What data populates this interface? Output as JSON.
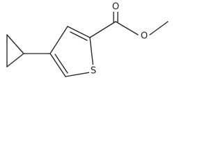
{
  "molecule": {
    "atoms": {
      "sulfur": "S",
      "carbonyl_oxygen": "O",
      "ester_oxygen": "O"
    }
  },
  "colors": {
    "bond": "#222222",
    "background": "#ffffff"
  }
}
